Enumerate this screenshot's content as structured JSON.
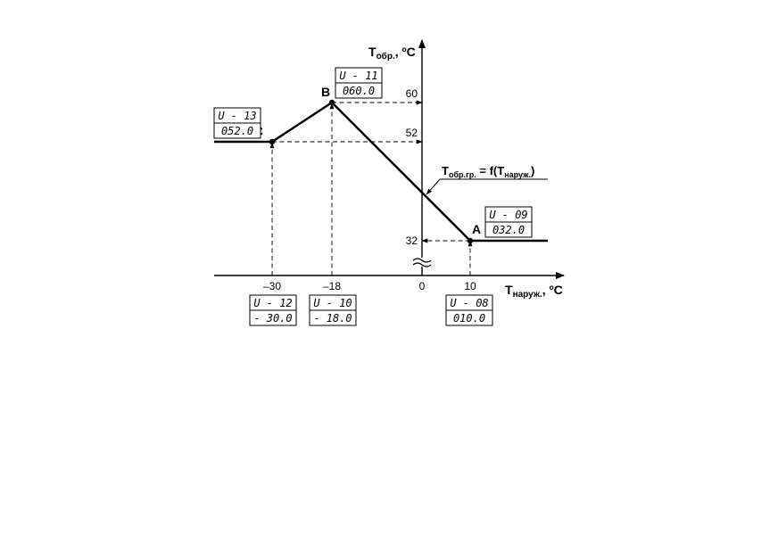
{
  "y_axis": {
    "symbol": "T",
    "subscript": "обр.",
    "unit": ", ºC",
    "ticks": [
      {
        "label": "60"
      },
      {
        "label": "52"
      },
      {
        "label": "32"
      }
    ]
  },
  "x_axis": {
    "symbol": "T",
    "subscript": "наруж.",
    "unit": ", ºC",
    "ticks": [
      {
        "label": "–30"
      },
      {
        "label": "–18"
      },
      {
        "label": "0"
      },
      {
        "label": "10"
      }
    ]
  },
  "function_label": {
    "left": "T",
    "left_sub": "обр.гр.",
    "middle": " = f(T",
    "right_sub": "наруж.",
    "end": ")"
  },
  "points": [
    {
      "id": "A",
      "label": "A",
      "outdoor_c": 10,
      "return_c": 32
    },
    {
      "id": "B",
      "label": "B",
      "outdoor_c": -18,
      "return_c": 60
    },
    {
      "id": "C",
      "label": "C",
      "outdoor_c": -30,
      "return_c": 52
    }
  ],
  "param_boxes": {
    "A_y": {
      "param": "U - 09",
      "value": "032.0"
    },
    "A_x": {
      "param": "U - 08",
      "value": "010.0"
    },
    "B_y": {
      "param": "U - 11",
      "value": "060.0"
    },
    "B_x": {
      "param": "U - 10",
      "value": "- 18.0"
    },
    "C_y": {
      "param": "U - 13",
      "value": "052.0"
    },
    "C_x": {
      "param": "U - 12",
      "value": "- 30.0"
    }
  },
  "chart_data": {
    "type": "line",
    "series": [
      {
        "x": [
          -30,
          -18,
          10
        ],
        "y": [
          52,
          60,
          32
        ]
      }
    ],
    "flat_below_x": -30,
    "flat_above_x": 10,
    "y_axis_break": true
  }
}
